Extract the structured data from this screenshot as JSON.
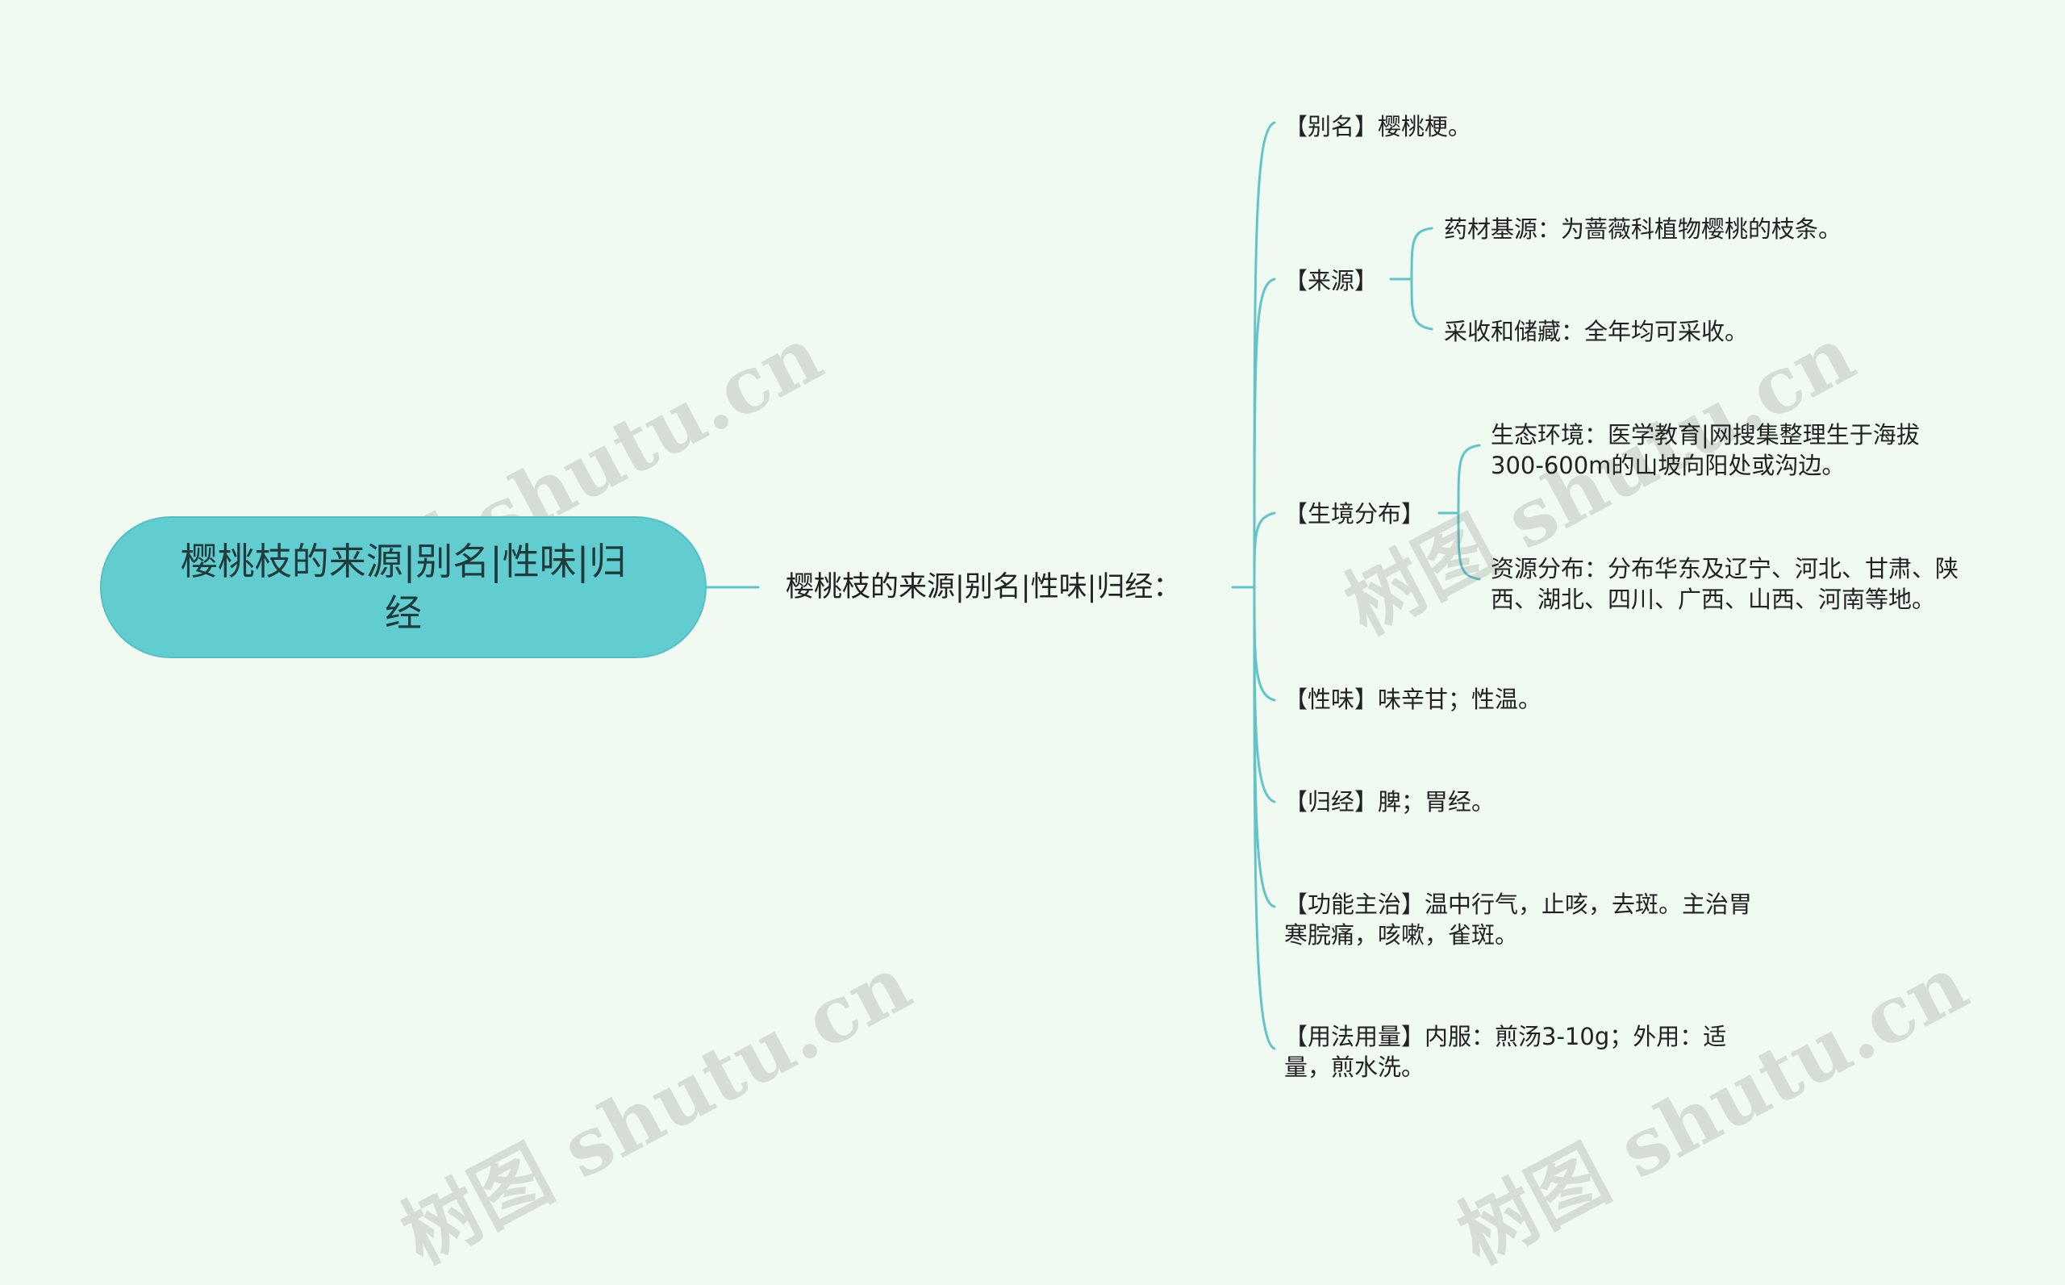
{
  "root": {
    "text": "樱桃枝的来源|别名|性味|归经"
  },
  "main": {
    "text": "樱桃枝的来源|别名|性味|归经："
  },
  "branches": {
    "alias": "【别名】樱桃梗。",
    "source": "【来源】",
    "source_origin": "药材基源：为蔷薇科植物樱桃的枝条。",
    "source_harvest": "采收和储藏：全年均可采收。",
    "habitat": "【生境分布】",
    "habitat_eco": "生态环境：医学教育|网搜集整理生于海拔300-600m的山坡向阳处或沟边。",
    "habitat_dist": "资源分布：分布华东及辽宁、河北、甘肃、陕西、湖北、四川、广西、山西、河南等地。",
    "taste": "【性味】味辛甘；性温。",
    "meridian": "【归经】脾；胃经。",
    "function": "【功能主治】温中行气，止咳，去斑。主治胃寒脘痛，咳嗽，雀斑。",
    "usage": "【用法用量】内服：煎汤3-10g；外用：适量，煎水洗。"
  },
  "watermark": "树图 shutu.cn",
  "colors": {
    "line": "#62c3c9",
    "root_fill": "#62cdd0",
    "background": "#f0faf0"
  }
}
